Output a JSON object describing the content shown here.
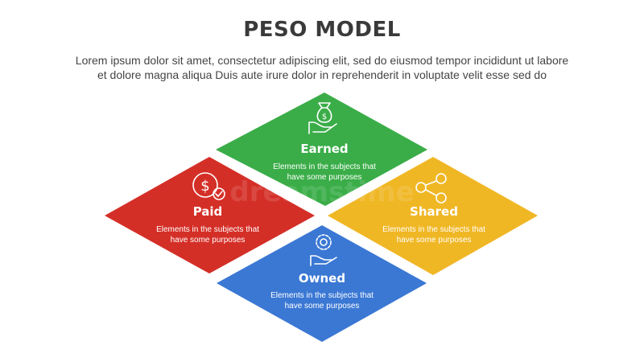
{
  "header": {
    "title": "PESO MODEL",
    "subtitle_line1": "Lorem ipsum dolor sit amet, consectetur adipiscing elit, sed do eiusmod tempor incididunt ut labore",
    "subtitle_line2": "et dolore magna aliqua Duis aute irure dolor in reprehenderit in voluptate velit esse sed do"
  },
  "segments": {
    "earned": {
      "label": "Earned",
      "desc_line1": "Elements in the subjects that",
      "desc_line2": "have  some purposes",
      "color": "#3aad48",
      "icon": "money-bag-hand-icon"
    },
    "paid": {
      "label": "Paid",
      "desc_line1": "Elements in the subjects that",
      "desc_line2": "have  some purposes",
      "color": "#d42f27",
      "icon": "dollar-check-icon"
    },
    "shared": {
      "label": "Shared",
      "desc_line1": "Elements in the subjects that",
      "desc_line2": "have  some purposes",
      "color": "#f0b725",
      "icon": "share-nodes-icon"
    },
    "owned": {
      "label": "Owned",
      "desc_line1": "Elements in the subjects that",
      "desc_line2": "have  some purposes",
      "color": "#3b78d4",
      "icon": "gear-hand-icon"
    }
  },
  "watermark": "dreamstime"
}
